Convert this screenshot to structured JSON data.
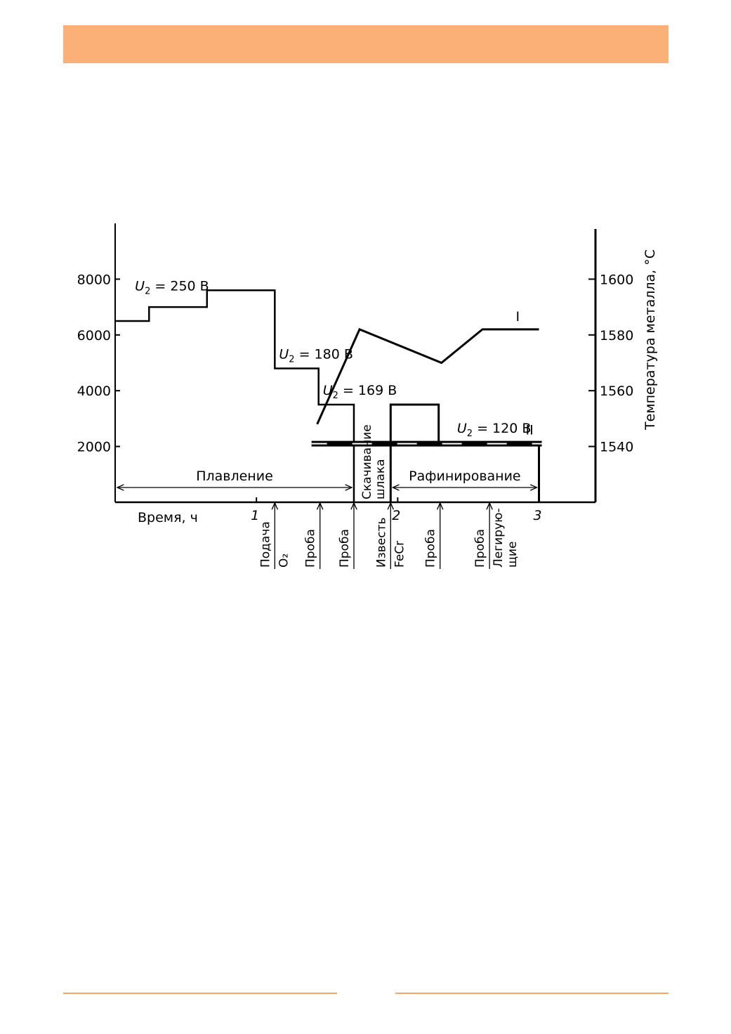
{
  "colors": {
    "header_band": "#fbb077",
    "footer_rule": "#f6a564",
    "ink": "#000000"
  },
  "chart_data": {
    "type": "line",
    "x_axis": {
      "label": "Время, ч",
      "range": [
        0,
        3.4
      ],
      "tick_labels": [
        {
          "value": 1,
          "text": "1"
        },
        {
          "value": 2,
          "text": "2"
        },
        {
          "value": 3,
          "text": "3"
        }
      ]
    },
    "y_axis_left": {
      "range": [
        0,
        10000
      ],
      "ticks": [
        2000,
        4000,
        6000,
        8000
      ]
    },
    "y_axis_right": {
      "label": "Температура металла, °С",
      "range": [
        1520,
        1620
      ],
      "ticks": [
        1540,
        1560,
        1580,
        1600
      ]
    },
    "power_steps": [
      {
        "x0": 0.0,
        "x1": 0.24,
        "y": 6500
      },
      {
        "x0": 0.24,
        "x1": 0.65,
        "y": 7000
      },
      {
        "x0": 0.65,
        "x1": 1.13,
        "y": 7600
      },
      {
        "x0": 1.13,
        "x1": 1.44,
        "y": 4800
      },
      {
        "x0": 1.44,
        "x1": 1.69,
        "y": 3500
      },
      {
        "x0": 1.95,
        "x1": 2.29,
        "y": 3500
      },
      {
        "x0": 2.29,
        "x1": 3.0,
        "y": 2150
      }
    ],
    "voltage_labels": [
      {
        "symbol": "U",
        "sub": "2",
        "rest": " = 250 В",
        "x": 0.14,
        "y": 7600
      },
      {
        "symbol": "U",
        "sub": "2",
        "rest": " = 180 В",
        "x": 1.16,
        "y": 5150
      },
      {
        "symbol": "U",
        "sub": "2",
        "rest": " = 169 В",
        "x": 1.47,
        "y": 3850
      },
      {
        "symbol": "U",
        "sub": "2",
        "rest": " = 120 В",
        "x": 2.42,
        "y": 2500
      }
    ],
    "series": [
      {
        "name": "I",
        "x": [
          1.43,
          1.73,
          2.31,
          2.6,
          3.0
        ],
        "y": [
          1548,
          1582,
          1570,
          1582,
          1582
        ]
      },
      {
        "name": "II",
        "x": [
          1.39,
          3.02
        ],
        "y": [
          1541,
          1541
        ]
      }
    ],
    "stages": [
      {
        "label": "Плавление",
        "x0": 0.0,
        "x1": 1.69
      },
      {
        "label": "Скачивание шлака",
        "x": 1.82
      },
      {
        "label": "Рафинирование",
        "x0": 1.95,
        "x1": 3.0
      }
    ],
    "events": [
      {
        "label": "Подача",
        "x": 1.13
      },
      {
        "label": "O₂",
        "x": 1.13
      },
      {
        "label": "Проба",
        "x": 1.45
      },
      {
        "label": "Проба",
        "x": 1.69
      },
      {
        "label": "Известь",
        "x": 1.95
      },
      {
        "label": "FeCr",
        "x": 1.95
      },
      {
        "label": "Проба",
        "x": 2.3
      },
      {
        "label": "Проба",
        "x": 2.65
      },
      {
        "label": "Легирую-",
        "x": 2.65
      },
      {
        "label": "щие",
        "x": 2.65
      }
    ]
  }
}
